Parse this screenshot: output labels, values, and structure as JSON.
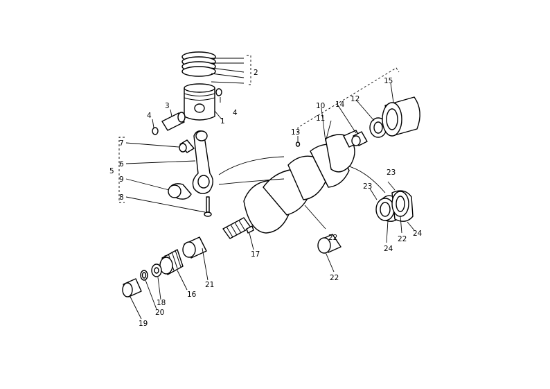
{
  "labels": {
    "l1": "1",
    "l2": "2",
    "l3": "3",
    "l4a": "4",
    "l4b": "4",
    "l5": "5",
    "l6": "6",
    "l7": "7",
    "l8": "8",
    "l9": "9",
    "l10": "10",
    "l11": "11",
    "l12": "12",
    "l13": "13",
    "l14": "14",
    "l15": "15",
    "l16": "16",
    "l17": "17",
    "l18": "18",
    "l19": "19",
    "l20": "20",
    "l21": "21",
    "l22a": "22",
    "l22b": "22",
    "l22c": "22",
    "l23a": "23",
    "l23b": "23",
    "l24a": "24",
    "l24b": "24"
  }
}
